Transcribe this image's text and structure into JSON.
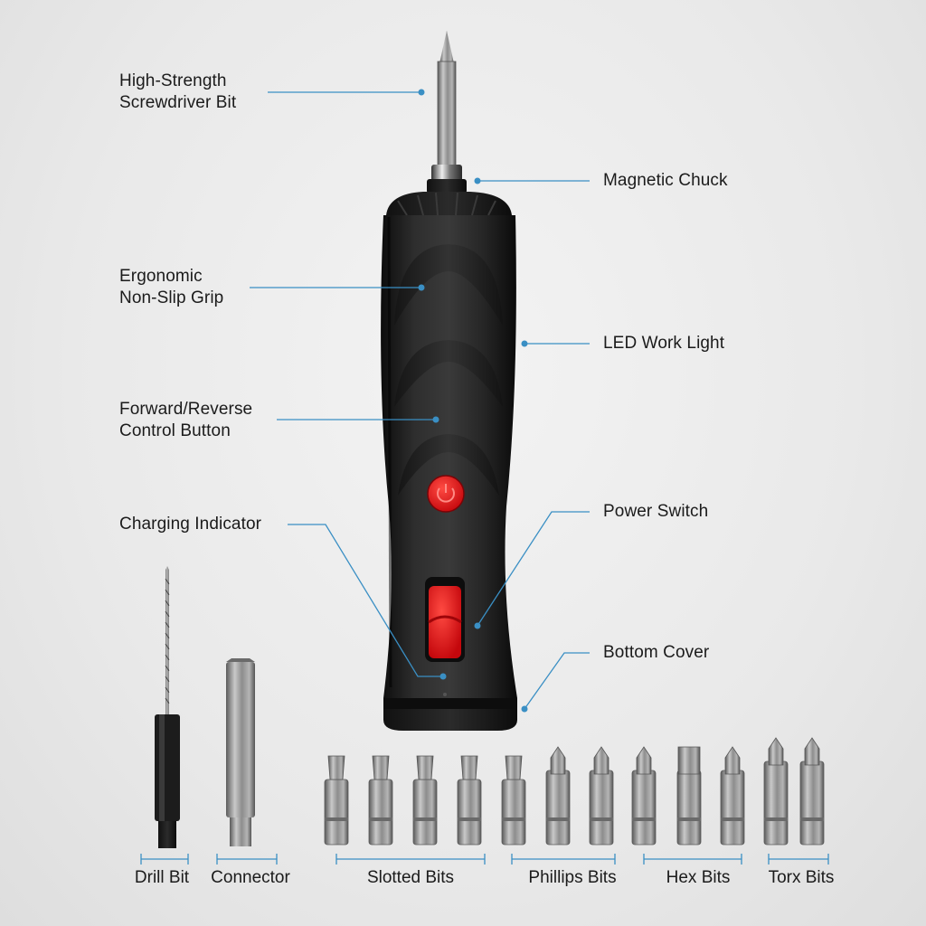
{
  "callouts": {
    "bit": {
      "line1": "High-Strength",
      "line2": "Screwdriver Bit"
    },
    "chuck": "Magnetic Chuck",
    "grip": {
      "line1": "Ergonomic",
      "line2": "Non-Slip Grip"
    },
    "led": "LED Work Light",
    "forward_reverse": {
      "line1": "Forward/Reverse",
      "line2": "Control Button"
    },
    "power": "Power Switch",
    "charging": "Charging Indicator",
    "cover": "Bottom Cover"
  },
  "accessories": {
    "drill_bit": "Drill Bit",
    "connector": "Connector",
    "slotted": "Slotted Bits",
    "phillips": "Phillips Bits",
    "hex": "Hex Bits",
    "torx": "Torx Bits"
  },
  "colors": {
    "leader_line": "#3a8fc4",
    "body": "#1e1e1e",
    "button_red": "#e0191e",
    "metal": "#9a9a9a"
  },
  "icons": [
    "power-symbol-icon"
  ]
}
